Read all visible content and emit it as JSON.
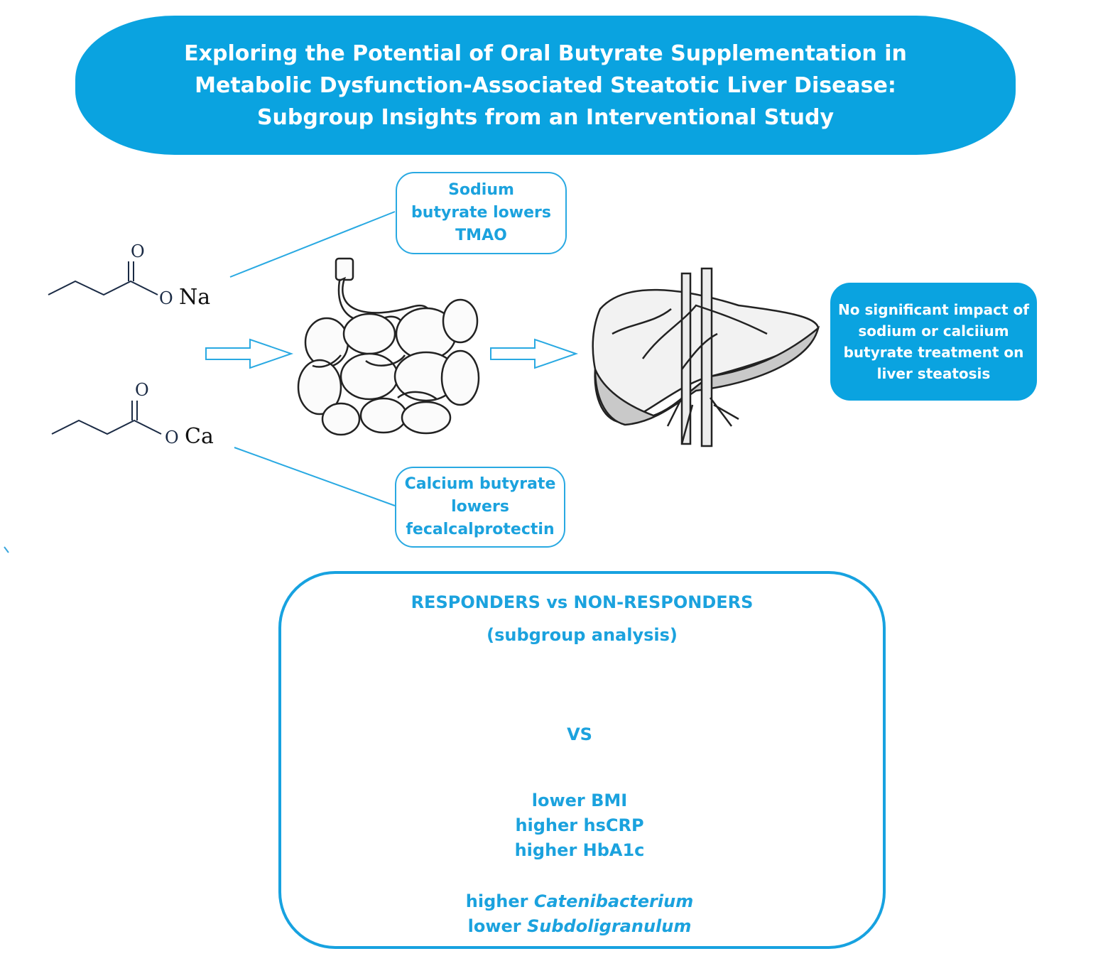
{
  "title": "Exploring the Potential of Oral Butyrate Supplementation in Metabolic Dysfunction-Associated Steatotic Liver Disease: Subgroup Insights from an Interventional Study",
  "compounds": {
    "sodium": {
      "carbonyl_o": "O",
      "ester_o": "O",
      "cation": "Na"
    },
    "calcium": {
      "carbonyl_o": "O",
      "ester_o": "O",
      "cation": "Ca"
    }
  },
  "findings_boxes": {
    "sodium": "Sodium butyrate lowers TMAO",
    "calcium": "Calcium butyrate lowers fecalcalprotectin",
    "no_impact": "No significant impact of sodium or calciium butyrate treatment on liver steatosis"
  },
  "subgroup": {
    "title": "RESPONDERS vs NON-RESPONDERS",
    "subtitle": "(subgroup analysis)",
    "vs": "VS",
    "clinical": [
      "lower BMI",
      "higher hsCRP",
      "higher HbA1c"
    ],
    "taxa": [
      {
        "prefix": "higher ",
        "genus": "Catenibacterium"
      },
      {
        "prefix": "lower ",
        "genus": "Subdoligranulum"
      }
    ]
  },
  "colors": {
    "accent": "#0aa3e0",
    "text_accent": "#1ba2de",
    "white": "#ffffff"
  },
  "icons": [
    "intestine-illustration",
    "liver-illustration",
    "dark-liver-illustration",
    "fatty-liver-illustration",
    "right-arrow-icon"
  ]
}
